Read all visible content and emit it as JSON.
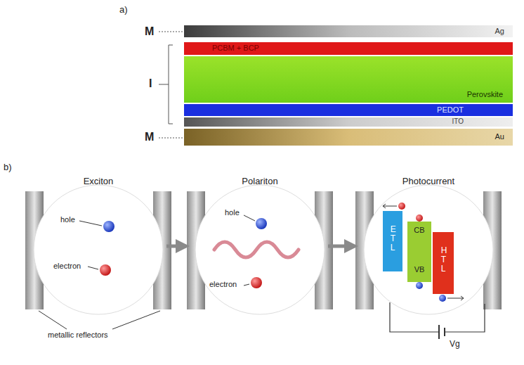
{
  "diagram": {
    "nodes": [
      {
        "text": [
          "Ag"
        ]
      },
      {
        "text": [
          "PCBM + BCP"
        ]
      },
      {
        "text": [
          "Perovskite"
        ]
      },
      {
        "text": [
          "PEDOT"
        ]
      },
      {
        "text": [
          "ITO"
        ]
      },
      {
        "text": [
          "Au"
        ]
      },
      {
        "text": [
          "Exciton"
        ]
      },
      {
        "text": [
          "Polariton"
        ]
      },
      {
        "text": [
          "Photocurrent"
        ]
      },
      {
        "text": [
          "ETL"
        ],
        "in": 8
      },
      {
        "text": [
          "CB",
          "VB"
        ],
        "in": 8
      },
      {
        "text": [
          "HTL"
        ],
        "in": 8
      }
    ],
    "edges": [
      {
        "from": 6,
        "to": 7,
        "arrow": "to"
      },
      {
        "from": 7,
        "to": 8,
        "arrow": "to"
      }
    ],
    "labels": [
      "a)",
      "M",
      "I",
      "M",
      "b)",
      "hole",
      "electron",
      "metallic reflectors",
      "hole",
      "electron",
      "Vg"
    ]
  }
}
